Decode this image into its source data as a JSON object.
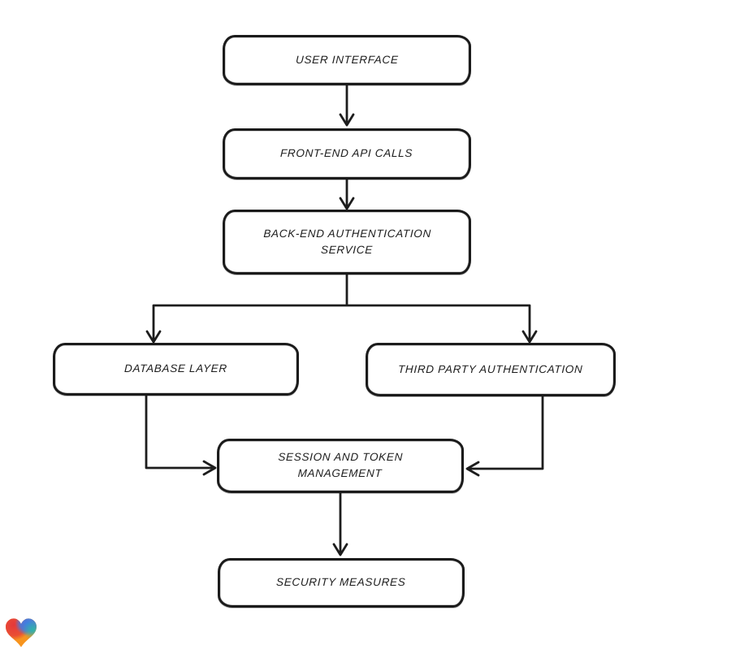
{
  "diagram": {
    "type": "flowchart",
    "style": "hand-drawn",
    "background_color": "#ffffff",
    "stroke_color": "#1d1d1d",
    "node_fill_color": "#ffffff",
    "nodes": [
      {
        "id": "user-interface",
        "label": "USER INTERFACE"
      },
      {
        "id": "front-end-api-calls",
        "label": "FRONT-END API CALLS"
      },
      {
        "id": "back-end-authentication-service",
        "label": "BACK-END AUTHENTICATION\nSERVICE"
      },
      {
        "id": "database-layer",
        "label": "DATABASE LAYER"
      },
      {
        "id": "third-party-authentication",
        "label": "THIRD PARTY AUTHENTICATION"
      },
      {
        "id": "session-and-token-management",
        "label": "SESSION AND TOKEN\nMANAGEMENT"
      },
      {
        "id": "security-measures",
        "label": "SECURITY MEASURES"
      }
    ],
    "edges": [
      {
        "from": "user-interface",
        "to": "front-end-api-calls"
      },
      {
        "from": "front-end-api-calls",
        "to": "back-end-authentication-service"
      },
      {
        "from": "back-end-authentication-service",
        "to": "database-layer"
      },
      {
        "from": "back-end-authentication-service",
        "to": "third-party-authentication"
      },
      {
        "from": "database-layer",
        "to": "session-and-token-management"
      },
      {
        "from": "third-party-authentication",
        "to": "session-and-token-management"
      },
      {
        "from": "session-and-token-management",
        "to": "security-measures"
      }
    ],
    "watermark": {
      "icon": "heart-icon",
      "gradient_colors": [
        "#e5383b",
        "#3d7de8",
        "#2ab7a9",
        "#f7941e"
      ]
    }
  }
}
